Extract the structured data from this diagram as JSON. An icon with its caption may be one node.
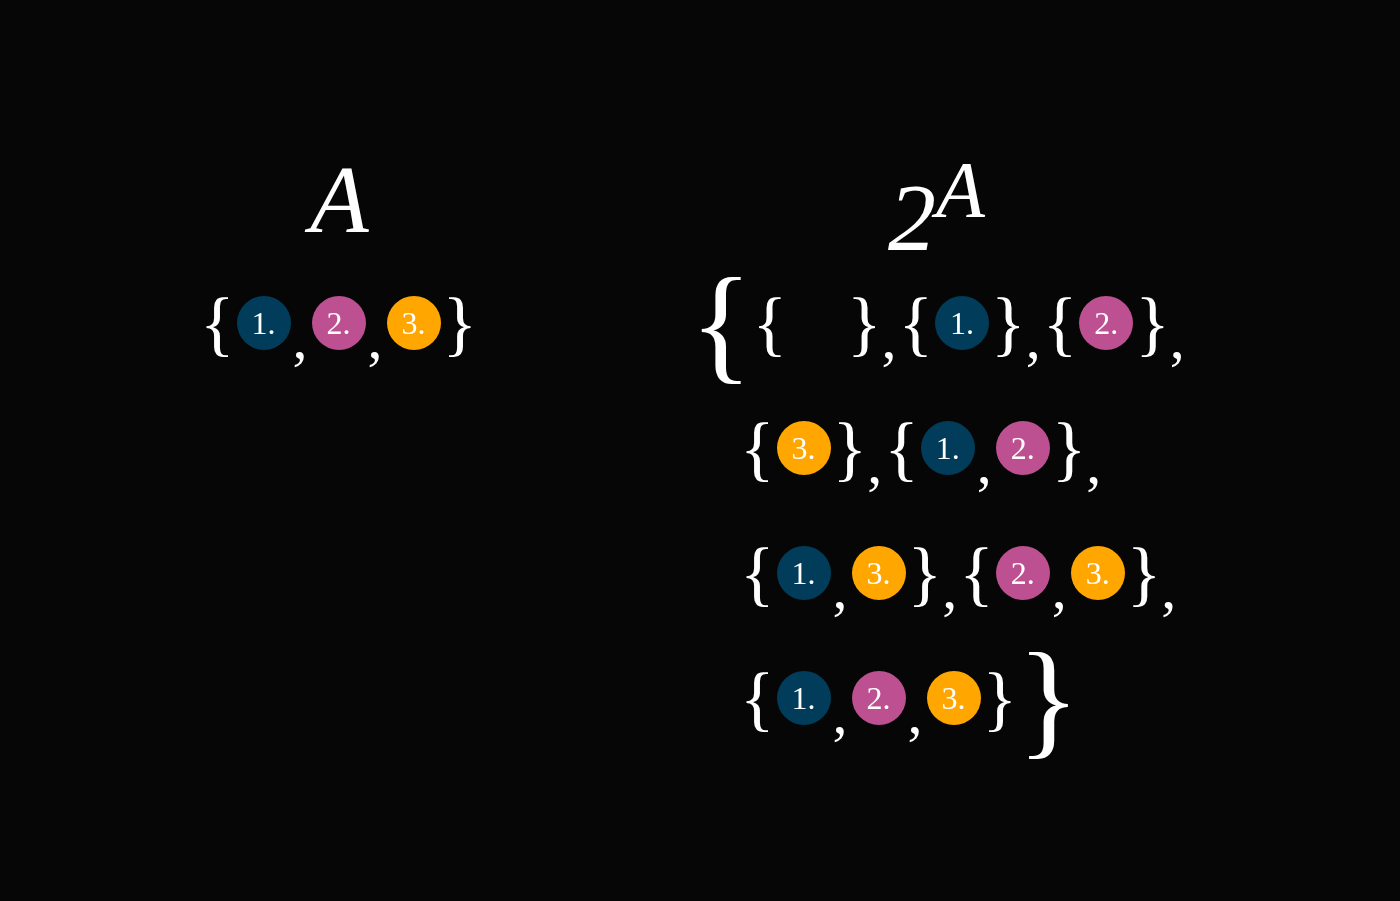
{
  "diagram": {
    "nodes": [
      {
        "text": [
          "1."
        ]
      },
      {
        "text": [
          "2."
        ]
      },
      {
        "text": [
          "3."
        ]
      },
      {
        "text": [
          "1."
        ]
      },
      {
        "text": [
          "2."
        ]
      },
      {
        "text": [
          "3."
        ]
      },
      {
        "text": [
          "1."
        ]
      },
      {
        "text": [
          "2."
        ]
      },
      {
        "text": [
          "1."
        ]
      },
      {
        "text": [
          "3."
        ]
      },
      {
        "text": [
          "2."
        ]
      },
      {
        "text": [
          "3."
        ]
      },
      {
        "text": [
          "1."
        ]
      },
      {
        "text": [
          "2."
        ]
      },
      {
        "text": [
          "3."
        ]
      }
    ],
    "edges": [],
    "labels": [
      "A",
      "{",
      ",",
      ",",
      "}",
      "2$^{A}$",
      "{",
      "{",
      "}",
      ",",
      "{",
      "}",
      ",",
      "{",
      "}",
      ",",
      "{",
      "}",
      ",",
      "{",
      ",",
      "}",
      ",",
      "{",
      ",",
      "}",
      ",",
      "{",
      ",",
      "}",
      ",",
      "{",
      ",",
      ",",
      "}",
      "}"
    ]
  }
}
